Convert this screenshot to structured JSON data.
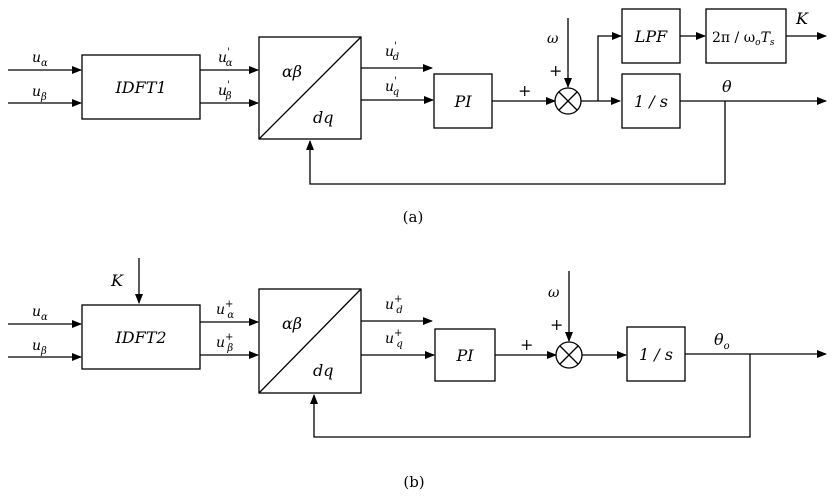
{
  "diagram_a": {
    "caption": "(a)",
    "in_alpha": "u",
    "in_alpha_sub": "α",
    "in_beta": "u",
    "in_beta_sub": "β",
    "idft_label": "IDFT1",
    "out_alpha": "u",
    "out_alpha_sub": "α",
    "out_alpha_sup": "'",
    "out_beta": "u",
    "out_beta_sub": "β",
    "out_beta_sup": "'",
    "transform_top": "αβ",
    "transform_bottom": "dq",
    "ud": "u",
    "ud_sub": "d",
    "ud_sup": "'",
    "uq": "u",
    "uq_sub": "q",
    "uq_sup": "'",
    "pi_label": "PI",
    "plus_left": "+",
    "omega": "ω",
    "plus_top": "+",
    "lpf_label": "LPF",
    "gain_label": "2π / ω",
    "gain_sub1": "o",
    "gain_T": "T",
    "gain_sub2": "s",
    "k_out": "K",
    "integrator": "1 / s",
    "theta": "θ"
  },
  "diagram_b": {
    "caption": "(b)",
    "k_in": "K",
    "in_alpha": "u",
    "in_alpha_sub": "α",
    "in_beta": "u",
    "in_beta_sub": "β",
    "idft_label": "IDFT2",
    "out_alpha": "u",
    "out_alpha_sub": "α",
    "out_alpha_sup": "+",
    "out_beta": "u",
    "out_beta_sub": "β",
    "out_beta_sup": "+",
    "transform_top": "αβ",
    "transform_bottom": "dq",
    "ud": "u",
    "ud_sub": "d",
    "ud_sup": "+",
    "uq": "u",
    "uq_sub": "q",
    "uq_sup": "+",
    "pi_label": "PI",
    "plus_left": "+",
    "omega": "ω",
    "plus_top": "+",
    "integrator": "1 / s",
    "theta": "θ",
    "theta_sub": "o"
  }
}
